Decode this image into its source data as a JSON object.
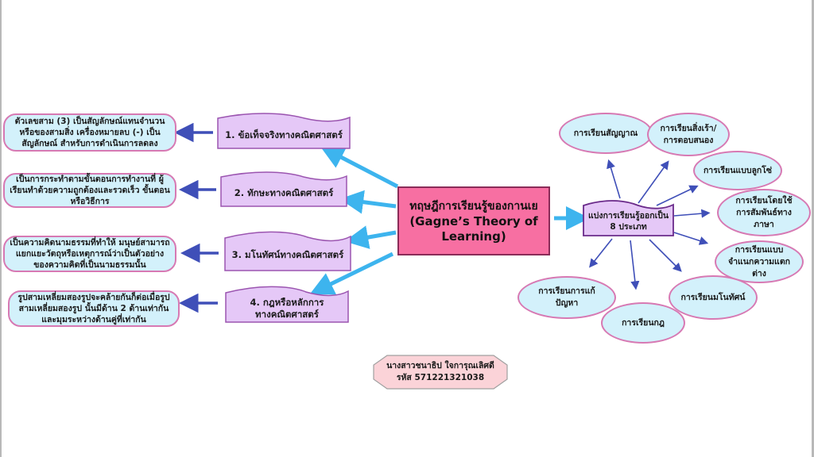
{
  "title": {
    "thai": "ทฤษฎีการเรียนรู้ของกานเย",
    "english_line1": "(Gagne’s Theory of",
    "english_line2": "Learning)"
  },
  "categories": [
    {
      "label": "1. ข้อเท็จจริงทางคณิตศาสตร์",
      "description": "ตัวเลขสาม (3) เป็นสัญลักษณ์แทนจำนวนหรือของสามสิ่ง เครื่องหมายลบ (-) เป็นสัญลักษณ์ สำหรับการดำเนินการลดลง"
    },
    {
      "label": "2. ทักษะทางคณิตศาสตร์",
      "description": "เป็นการกระทำตามขั้นตอนการทำงานที่ ผู้เรียนทำด้วยความถูกต้องและรวดเร็ว ขั้นตอนหรือวิธีการ"
    },
    {
      "label": "3. มโนทัศน์ทางคณิตศาสตร์",
      "description": "เป็นความคิดนามธรรมที่ทำให้ มนุษย์สามารถแยกแยะวัตถุหรือเหตุการณ์ว่าเป็นตัวอย่างของความคิดที่เป็นนามธรรมนั้น"
    },
    {
      "label": "4. กฎหรือหลักการทางคณิตศาสตร์",
      "description": "รูปสามเหลี่ยมสองรูปจะคล้ายกันก็ต่อเมื่อรูปสามเหลี่ยมสองรูป นั้นมีด้าน 2 ด้านเท่ากัน และมุมระหว่างด้านคู่ที่เท่ากัน"
    }
  ],
  "types_hub": {
    "line1": "แบ่งการเรียนรู้ออกเป็น",
    "line2": "8 ประเภท"
  },
  "learning_types": [
    "การเรียนสัญญาณ",
    "การเรียนสิ่งเร้า/การตอบสนอง",
    "การเรียนแบบลูกโซ่",
    "การเรียนโดยใช้การสัมพันธ์ทางภาษา",
    "การเรียนแบบจำแนกความแตกต่าง",
    "การเรียนมโนทัศน์",
    "การเรียนกฎ",
    "การเรียนการแก้ปัญหา"
  ],
  "author": {
    "name": "นางสาวชนาธิป  ใจการุณเลิศดี",
    "student_id": "รหัส 571221321038"
  },
  "colors": {
    "center_fill": "#f76fa2",
    "category_fill": "#e5c8f7",
    "description_fill": "#d3f1fb",
    "pink_border": "#d779b3",
    "light_blue_arrow": "#3db4ee",
    "dark_blue_arrow": "#3f4fb8",
    "author_fill": "#fbd3d8"
  }
}
